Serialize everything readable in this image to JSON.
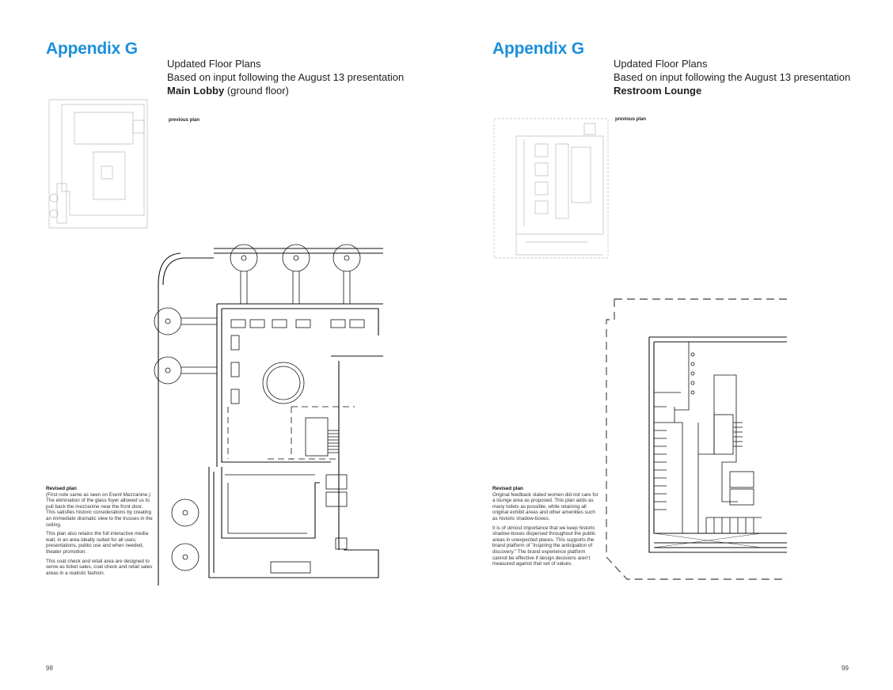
{
  "left_page": {
    "title": "Appendix G",
    "subtitle_1": "Updated Floor Plans",
    "subtitle_2": "Based on input following the August 13 presentation",
    "plan_name": "Main Lobby",
    "plan_qualifier": " (ground floor)",
    "previous_label": "previous plan",
    "note_heading": "Revised plan",
    "note_paragraphs": [
      "(First note same as seen on Event Mezzanine.) The elimination of the glass foyer allowed us to pull back the mezzanine near the front door. This satisfies historic considerations by creating an immediate dramatic view to the trusses in the ceiling.",
      "This plan also retains the full interactive media wall, in an area ideally suited for all uses; presentations, public use and when needed, theater promotion.",
      "This coat check and retail area are designed to serve as ticket sales, coat check and retail sales areas in a realistic fashion."
    ],
    "page_number": "98"
  },
  "right_page": {
    "title": "Appendix G",
    "subtitle_1": "Updated Floor Plans",
    "subtitle_2": "Based on input following the August 13 presentation",
    "plan_name": "Restroom Lounge",
    "previous_label": "previous plan",
    "note_heading": "Revised plan",
    "note_paragraphs": [
      "Original feedback stated women did not care for a lounge area as proposed. This plan adds as many toilets as possible, while retaining all original exhibit areas and other amenities such as historic shadow-boxes.",
      "It is of utmost importance that we keep historic shadow-boxes dispersed throughout the public areas in unexpected places. This supports the brand platform of \"inspiring the anticipation of discovery.\" The brand experience platform cannot be effective if design decisions aren't measured against that set of values."
    ],
    "page_number": "99"
  },
  "colors": {
    "accent": "#1b8fd9"
  }
}
